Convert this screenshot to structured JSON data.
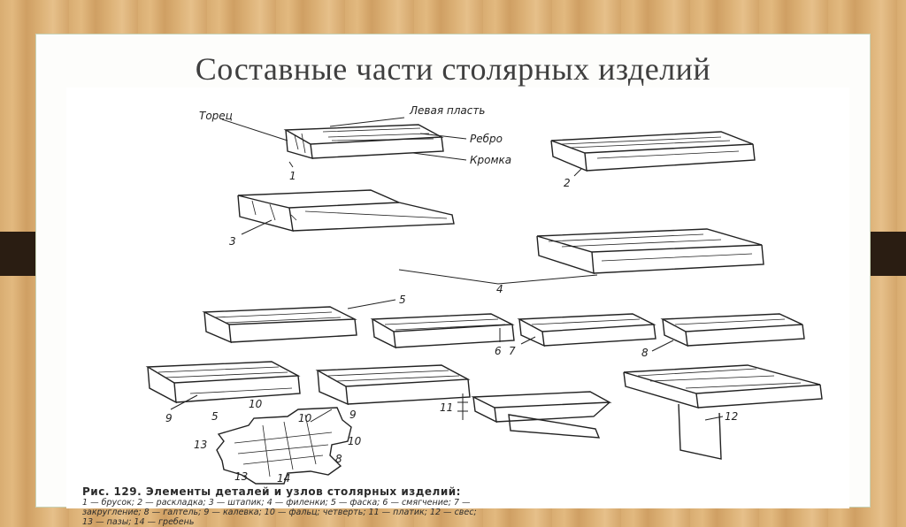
{
  "title": "Составные части столярных изделий",
  "labels": {
    "torets": "Торец",
    "levaya_plast": "Левая пласть",
    "rebro": "Ребро",
    "kromka": "Кромка",
    "n1": "1",
    "n2": "2",
    "n3": "3",
    "n4": "4",
    "n5": "5",
    "n6": "6",
    "n7": "7",
    "n8": "8",
    "n9": "9",
    "n10": "10",
    "n11": "11",
    "n12": "12",
    "n13": "13",
    "n14": "14"
  },
  "caption": {
    "title": "Рис. 129. Элементы деталей и узлов столярных изделий:",
    "line1": "1 — брусок;  2 — раскладка;  3 — штапик;  4 — филенки;  5 — фаска;  6 — смягчение;  7 —",
    "line2": "закругление;  8 — галтель;  9 — калевка;  10 — фальц; четверть;  11 — платик;  12 — свес;",
    "line3": "13 — пазы;  14 — гребень"
  }
}
